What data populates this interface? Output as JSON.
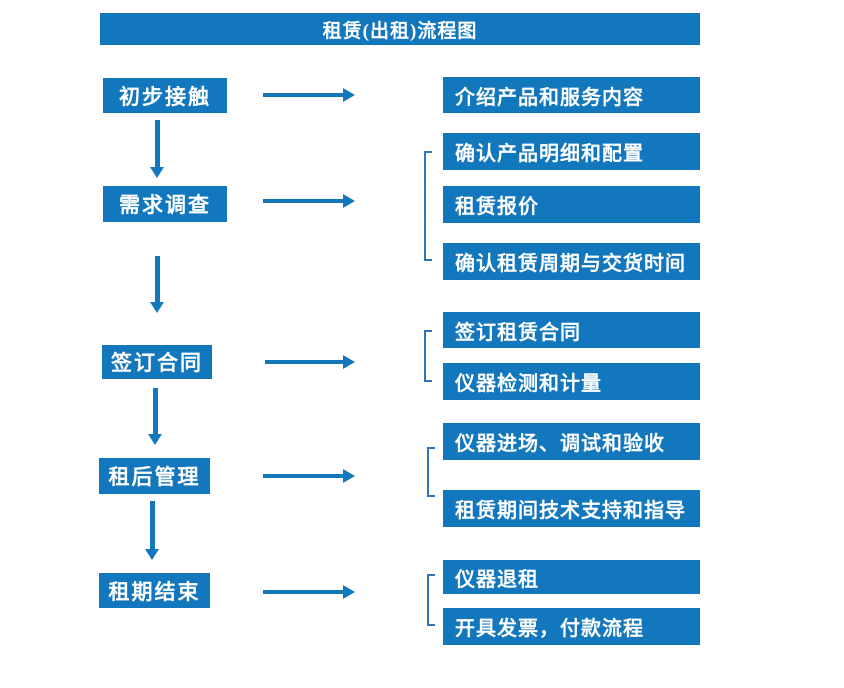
{
  "title": "租赁(出租)流程图",
  "colors": {
    "primary": "#1377BE",
    "bracket_line": "#2E75B6",
    "box_text": "#FFFFFF",
    "background": "#FFFFFF"
  },
  "flow": {
    "steps": [
      {
        "label": "初步接触",
        "details": [
          "介绍产品和服务内容"
        ]
      },
      {
        "label": "需求调查",
        "details": [
          "确认产品明细和配置",
          "租赁报价",
          "确认租赁周期与交货时间"
        ]
      },
      {
        "label": "签订合同",
        "details": [
          "签订租赁合同",
          "仪器检测和计量"
        ]
      },
      {
        "label": "租后管理",
        "details": [
          "仪器进场、调试和验收",
          "租赁期间技术支持和指导"
        ]
      },
      {
        "label": "租期结束",
        "details": [
          "仪器退租",
          "开具发票，付款流程"
        ]
      }
    ]
  }
}
